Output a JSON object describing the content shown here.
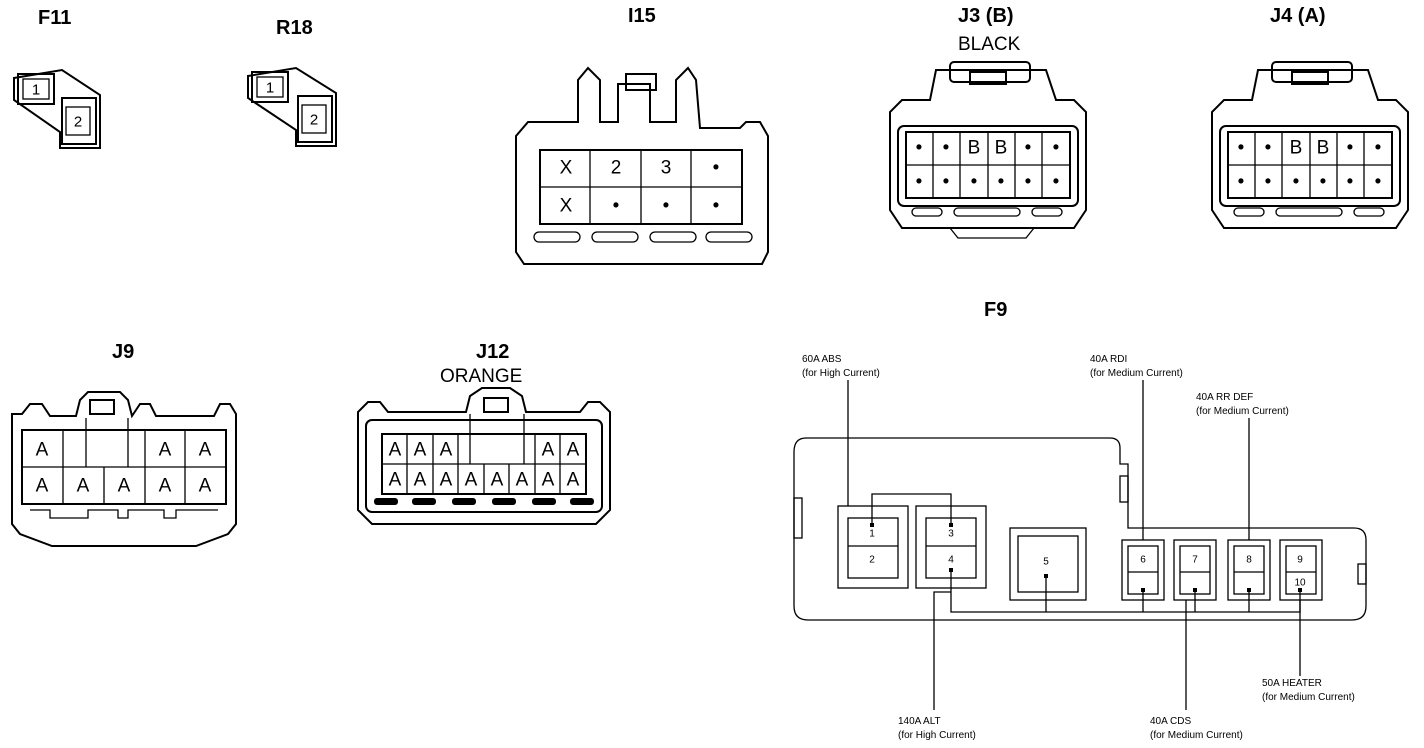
{
  "connectors": {
    "f11": {
      "title": "F11",
      "pins": [
        "1",
        "2"
      ]
    },
    "r18": {
      "title": "R18",
      "pins": [
        "1",
        "2"
      ]
    },
    "i15": {
      "title": "I15",
      "pins": [
        "X",
        "2",
        "3",
        "•",
        "X",
        "•",
        "•",
        "•"
      ]
    },
    "j3": {
      "title": "J3 (B)",
      "color": "BLACK",
      "pins": [
        "•",
        "•",
        "B",
        "B",
        "•",
        "•",
        "•",
        "•",
        "•",
        "•",
        "•",
        "•"
      ]
    },
    "j4": {
      "title": "J4 (A)",
      "pins": [
        "•",
        "•",
        "B",
        "B",
        "•",
        "•",
        "•",
        "•",
        "•",
        "•",
        "•",
        "•"
      ]
    },
    "j9": {
      "title": "J9",
      "top_pins": [
        "A",
        "A",
        "A"
      ],
      "bottom_pins": [
        "A",
        "A",
        "A",
        "A",
        "A"
      ]
    },
    "j12": {
      "title": "J12",
      "color": "ORANGE",
      "top_pins": [
        "A",
        "A",
        "A",
        "A",
        "A"
      ],
      "bottom_pins": [
        "A",
        "A",
        "A",
        "A",
        "A",
        "A",
        "A",
        "A"
      ]
    }
  },
  "fuse_block": {
    "title": "F9",
    "terminals": [
      "1",
      "2",
      "3",
      "4",
      "5",
      "6",
      "7",
      "8",
      "9",
      "10"
    ],
    "fuses": [
      {
        "rating": "60A ABS",
        "note": "(for High Current)"
      },
      {
        "rating": "40A RDI",
        "note": "(for Medium Current)"
      },
      {
        "rating": "40A RR DEF",
        "note": "(for Medium Current)"
      },
      {
        "rating": "50A HEATER",
        "note": "(for Medium Current)"
      },
      {
        "rating": "140A ALT",
        "note": "(for High Current)"
      },
      {
        "rating": "40A CDS",
        "note": "(for Medium Current)"
      }
    ]
  }
}
